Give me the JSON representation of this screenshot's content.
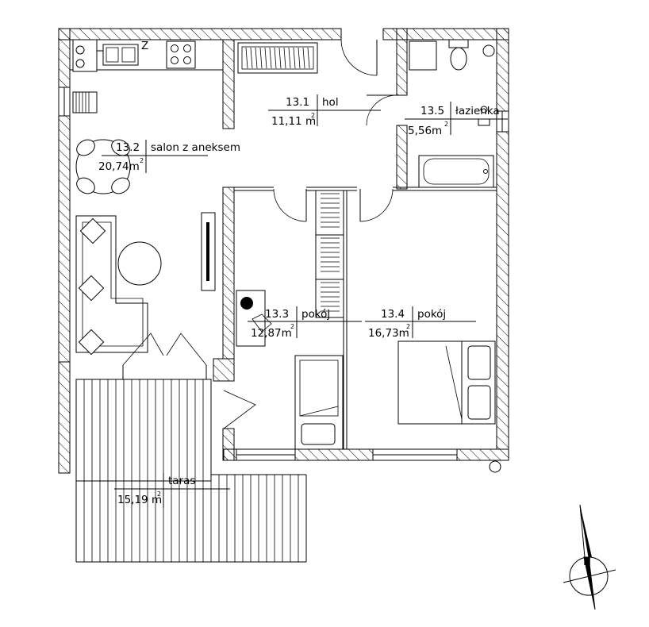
{
  "plan": {
    "rooms": [
      {
        "id": "hol",
        "number": "13.1",
        "name": "hol",
        "area": "11,11 m",
        "sup": "2"
      },
      {
        "id": "salon",
        "number": "13.2",
        "name": "salon z aneksem",
        "area": "20,74m",
        "sup": "2"
      },
      {
        "id": "pokoj3",
        "number": "13.3",
        "name": "pokój",
        "area": "12,87m",
        "sup": "2"
      },
      {
        "id": "pokoj4",
        "number": "13.4",
        "name": "pokój",
        "area": "16,73m",
        "sup": "2"
      },
      {
        "id": "lazienka",
        "number": "13.5",
        "name": "łazienka",
        "area": "5,56m",
        "sup": "2"
      },
      {
        "id": "taras",
        "number": "",
        "name": "taras",
        "area": "15,19 m",
        "sup": "2"
      }
    ],
    "kitchen_mark": "Z",
    "north_arrow": {
      "symbol": "N",
      "icon": "north-arrow-icon"
    },
    "colors": {
      "line": "#000000",
      "background": "#ffffff"
    }
  }
}
